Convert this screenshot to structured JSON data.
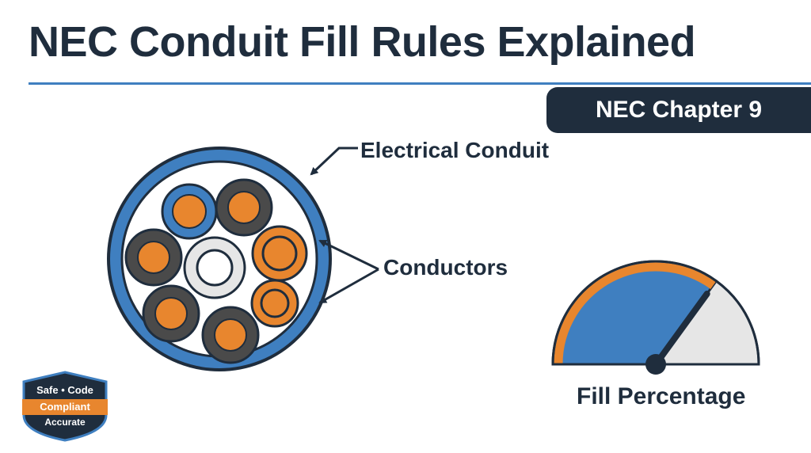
{
  "header": {
    "title": "NEC Conduit Fill Rules Explained",
    "chapter_label": "NEC Chapter 9"
  },
  "diagram": {
    "conduit_label": "Electrical Conduit",
    "conductors_label": "Conductors",
    "gauge_label": "Fill Percentage",
    "gauge_fill_fraction": 0.7
  },
  "badge": {
    "line1": "Safe • Code",
    "line2": "Compliant",
    "line3": "Accurate"
  },
  "colors": {
    "navy": "#1f2d3d",
    "blue": "#3f7fc0",
    "orange": "#e8862e",
    "charcoal": "#4a4a4a",
    "light_gray": "#e6e6e6"
  }
}
